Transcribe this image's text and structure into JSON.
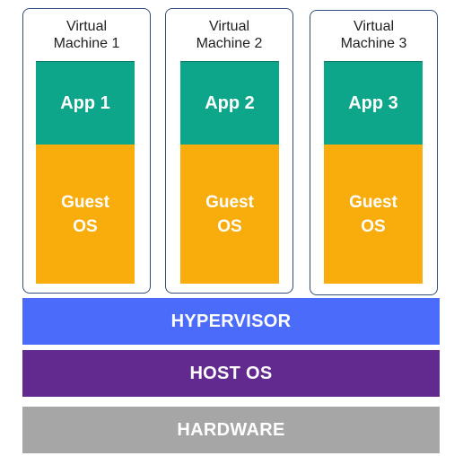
{
  "virtual_machines": [
    {
      "title_line1": "Virtual",
      "title_line2": "Machine 1",
      "app": "App 1",
      "guest_line1": "Guest",
      "guest_line2": "OS"
    },
    {
      "title_line1": "Virtual",
      "title_line2": "Machine 2",
      "app": "App 2",
      "guest_line1": "Guest",
      "guest_line2": "OS"
    },
    {
      "title_line1": "Virtual",
      "title_line2": "Machine 3",
      "app": "App 3",
      "guest_line1": "Guest",
      "guest_line2": "OS"
    }
  ],
  "layers": {
    "hypervisor": "HYPERVISOR",
    "host_os": "HOST OS",
    "hardware": "HARDWARE"
  },
  "colors": {
    "app": "#0ea68a",
    "guest_os": "#f9ad0c",
    "hypervisor": "#4b6bfa",
    "host_os": "#62298f",
    "hardware": "#a6a6a6",
    "vm_border": "#2f4f7a"
  }
}
